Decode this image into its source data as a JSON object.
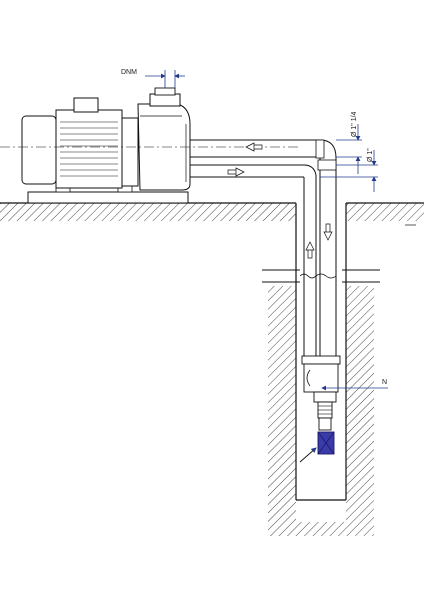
{
  "labels": {
    "dnm": "DNM",
    "pipe_upper": "Ø 1\" 1/4",
    "pipe_lower": "Ø 1\"",
    "n": "N"
  },
  "colors": {
    "line": "#1a1a1a",
    "dimension": "#223a8a",
    "ejector": "#3a3aa8",
    "hatch": "#333333"
  },
  "icons": {
    "flow_arrow": "arrow-icon"
  }
}
